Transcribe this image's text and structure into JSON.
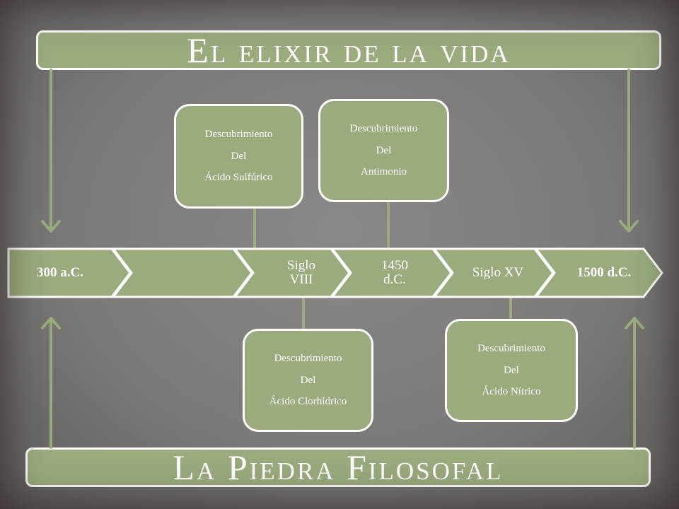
{
  "title_top": "El elixir de la vida",
  "title_bottom": "La Piedra Filosofal",
  "colors": {
    "accent": "#9bab7e",
    "border": "#ffffff",
    "background": "#7c7a78"
  },
  "timeline": [
    {
      "label": "300 a.C."
    },
    {
      "label": ""
    },
    {
      "label": "Siglo VIII"
    },
    {
      "label": "1450 d.C."
    },
    {
      "label": "Siglo XV"
    },
    {
      "label": "1500 d.C."
    }
  ],
  "events_top": [
    {
      "line1": "Descubrimiento",
      "line2": "Del",
      "line3": "Ácido Sulfúrico"
    },
    {
      "line1": "Descubrimiento",
      "line2": "Del",
      "line3": "Antimonio"
    }
  ],
  "events_bottom": [
    {
      "line1": "Descubrimiento",
      "line2": "Del",
      "line3": "Ácido Clorhídrico"
    },
    {
      "line1": "Descubrimiento",
      "line2": "Del",
      "line3": "Ácido Nítrico"
    }
  ]
}
